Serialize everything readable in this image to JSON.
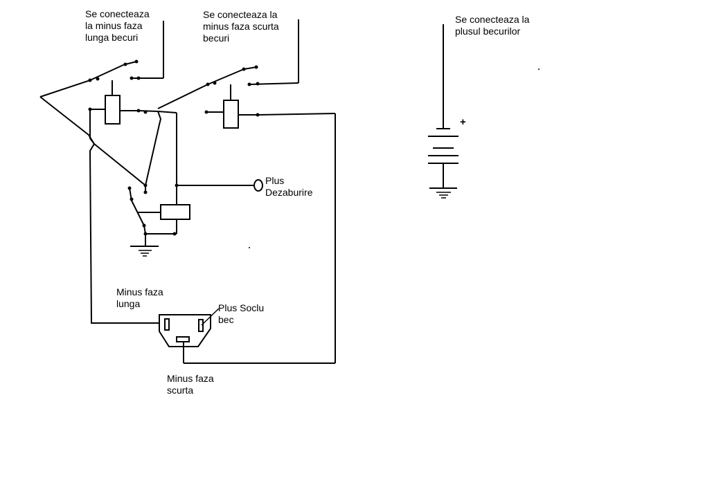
{
  "labels": {
    "connect_minus_long": "Se conecteaza\nla minus faza\nlunga becuri",
    "connect_minus_short": "Se conecteaza la\nminus faza scurta\nbecuri",
    "connect_plus_bulbs": "Se conecteaza la\nplusul becurilor",
    "plus_defog": "Plus\nDezaburire",
    "minus_long_beam": "Minus faza\nlunga",
    "plus_socket": "Plus Soclu\nbec",
    "minus_short_beam": "Minus faza\nscurta",
    "battery_plus": "+"
  },
  "colors": {
    "line": "#000000",
    "background": "#ffffff"
  }
}
